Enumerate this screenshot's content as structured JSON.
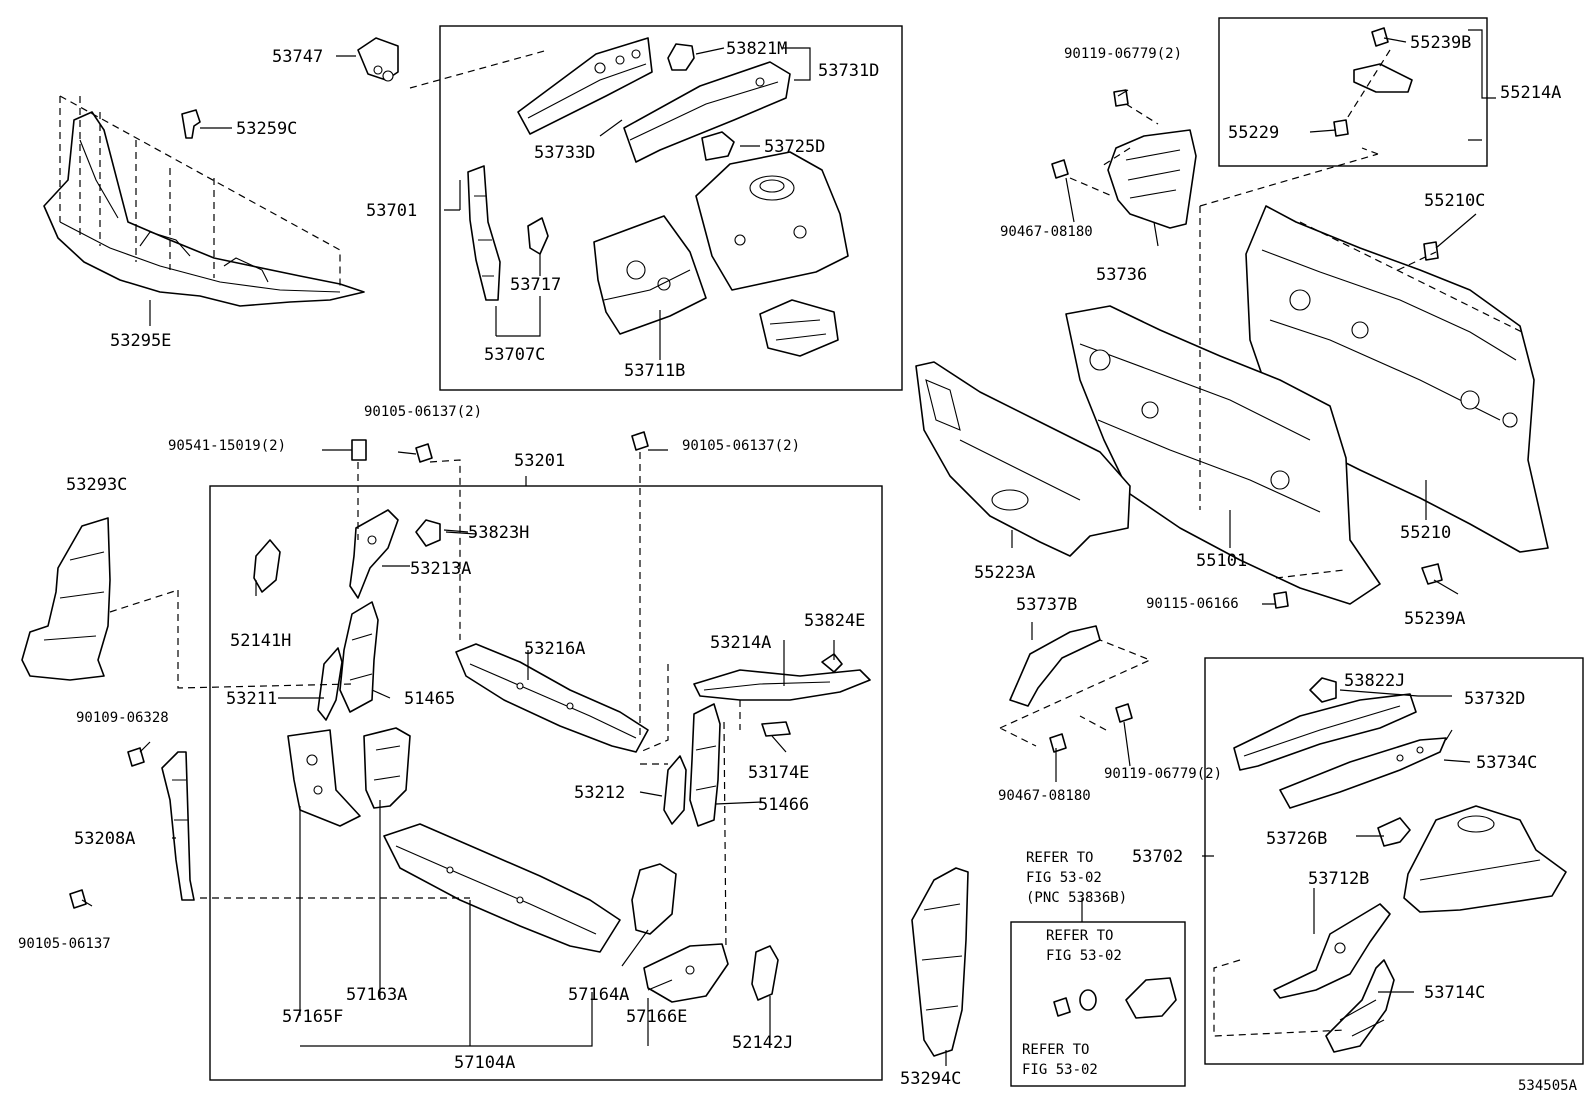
{
  "figure_code": "534505A",
  "labels": {
    "p53747": "53747",
    "p53259c": "53259C",
    "p53295e": "53295E",
    "p53821m": "53821M",
    "p53731d": "53731D",
    "p53733d": "53733D",
    "p53725d": "53725D",
    "p53701": "53701",
    "p53717": "53717",
    "p53707c": "53707C",
    "p53711b": "53711B",
    "p90119_a": "90119-06779(2)",
    "p55239b": "55239B",
    "p55214a": "55214A",
    "p55229": "55229",
    "p90467_a": "90467-08180",
    "p53736": "53736",
    "p55210c": "55210C",
    "p55223a": "55223A",
    "p55101": "55101",
    "p55210": "55210",
    "p90115": "90115-06166",
    "p55239a": "55239A",
    "p90105_a": "90105-06137(2)",
    "p90541": "90541-15019(2)",
    "p53201": "53201",
    "p90105_b": "90105-06137(2)",
    "p53293c": "53293C",
    "p53823h": "53823H",
    "p53213a": "53213A",
    "p52141h": "52141H",
    "p53216a": "53216A",
    "p53214a": "53214A",
    "p53824e": "53824E",
    "p53211": "53211",
    "p51465": "51465",
    "p90109": "90109-06328",
    "p53174e": "53174E",
    "p53212": "53212",
    "p51466": "51466",
    "p53208a": "53208A",
    "p90105_c": "90105-06137",
    "p57163a": "57163A",
    "p57164a": "57164A",
    "p57165f": "57165F",
    "p57166e": "57166E",
    "p52142j": "52142J",
    "p57104a": "57104A",
    "p53294c": "53294C",
    "p53737b": "53737B",
    "p90119_b": "90119-06779(2)",
    "p90467_b": "90467-08180",
    "p53822j": "53822J",
    "p53732d": "53732D",
    "p53734c": "53734C",
    "p53726b": "53726B",
    "p53702": "53702",
    "p53712b": "53712B",
    "p53714c": "53714C"
  },
  "refer": {
    "r1a": "REFER TO",
    "r1b": "FIG 53-02",
    "r1c": "(PNC 53836B)",
    "r2a": "REFER TO",
    "r2b": "FIG 53-02",
    "r3a": "REFER TO",
    "r3b": "FIG 53-02"
  }
}
